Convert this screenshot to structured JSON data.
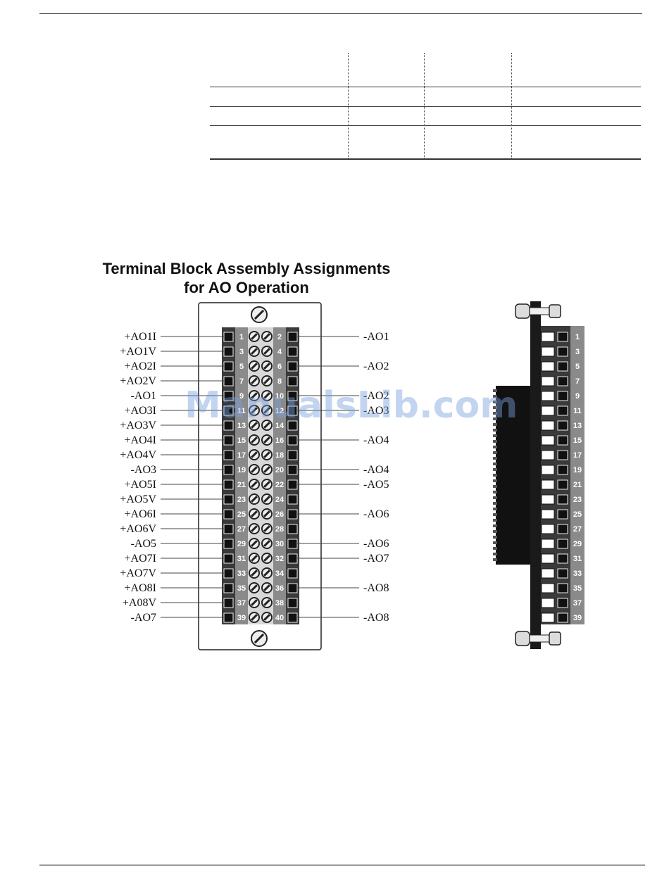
{
  "diagram": {
    "title_line1": "Terminal Block Assembly Assignments",
    "title_line2": "for AO Operation",
    "left_labels": [
      "+AO1I",
      "+AO1V",
      "+AO2I",
      "+AO2V",
      "-AO1",
      "+AO3I",
      "+AO3V",
      "+AO4I",
      "+AO4V",
      "-AO3",
      "+AO5I",
      "+AO5V",
      "+AO6I",
      "+AO6V",
      "-AO5",
      "+AO7I",
      "+AO7V",
      "+AO8I",
      "+A08V",
      "-AO7"
    ],
    "right_labels": [
      "-AO1",
      "-AO2",
      "-AO2",
      "-AO3",
      "-AO4",
      "-AO4",
      "-AO5",
      "-AO6",
      "-AO6",
      "-AO7",
      "-AO8",
      "-AO8"
    ],
    "left_pins": [
      "1",
      "3",
      "5",
      "7",
      "9",
      "11",
      "13",
      "15",
      "17",
      "19",
      "21",
      "23",
      "25",
      "27",
      "29",
      "31",
      "33",
      "35",
      "37",
      "39"
    ],
    "right_pins": [
      "2",
      "4",
      "6",
      "8",
      "10",
      "12",
      "14",
      "16",
      "18",
      "20",
      "22",
      "24",
      "26",
      "28",
      "30",
      "32",
      "34",
      "36",
      "38",
      "40"
    ],
    "side_view_pins": [
      "1",
      "3",
      "5",
      "7",
      "9",
      "11",
      "13",
      "15",
      "17",
      "19",
      "21",
      "23",
      "25",
      "27",
      "29",
      "31",
      "33",
      "35",
      "37",
      "39"
    ],
    "watermark": "ManualsLib.com",
    "colors": {
      "terminal_dark": "#3a3a3a",
      "terminal_mid": "#8a8a8a",
      "screw_column": "#d8d8d8",
      "watermark": "#78a0dc"
    }
  }
}
